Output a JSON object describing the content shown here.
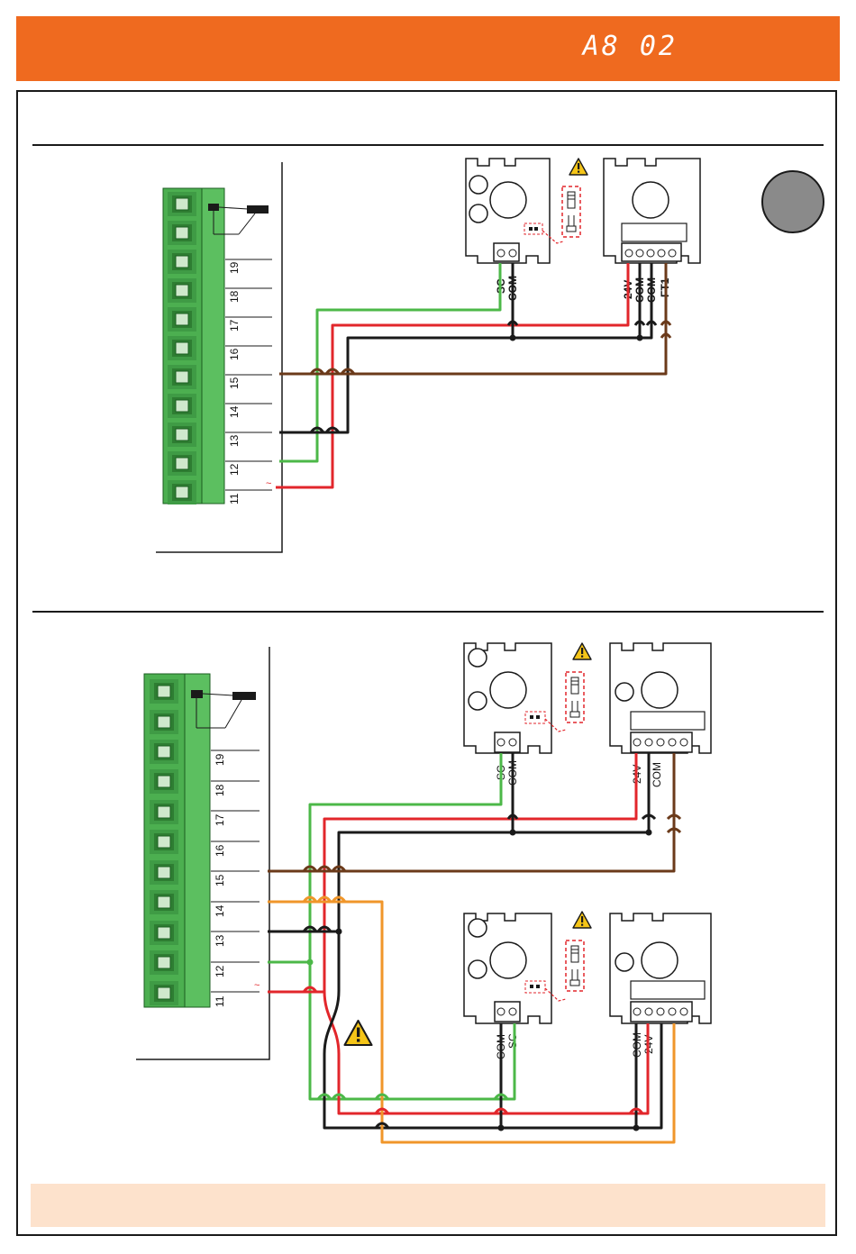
{
  "header": {
    "code": "A8 02"
  },
  "terminal_numbers": [
    "19",
    "18",
    "17",
    "16",
    "15",
    "14",
    "13",
    "12",
    "11"
  ],
  "tilde": "~",
  "top_diagram": {
    "rx_labels": [
      "SC",
      "COM"
    ],
    "tx_labels": [
      "24V",
      "COM",
      "COM",
      "FT1"
    ]
  },
  "bottom_diagram": {
    "rx1_labels": [
      "SC",
      "COM"
    ],
    "tx1_labels": [
      "24V",
      "COM"
    ],
    "rx2_labels": [
      "COM",
      "SC"
    ],
    "tx2_labels": [
      "COM",
      "24V"
    ]
  },
  "colors": {
    "accent": "#ef6a1f",
    "terminal_green": "#4caf50",
    "wire_green": "#4cb848",
    "wire_red": "#e2262b",
    "wire_black": "#1a1a1a",
    "wire_brown": "#6b3a1a",
    "wire_orange": "#f0962a",
    "note_bg": "#fde2cc"
  },
  "icons": [
    "warning-icon",
    "jumper-icon",
    "round-marker-icon"
  ]
}
